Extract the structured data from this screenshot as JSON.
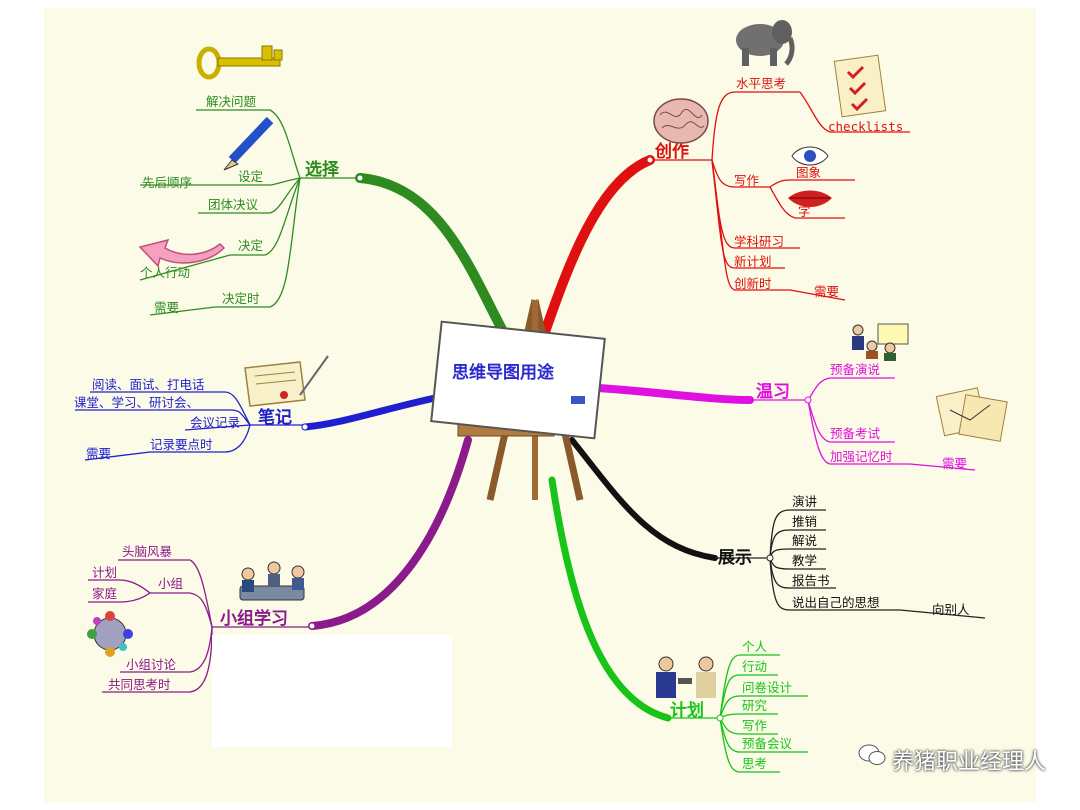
{
  "center": {
    "title": "思维导图用途"
  },
  "branches": {
    "xuanze": {
      "label": "选择",
      "color": "#2e8b20",
      "items": [
        "解决问题",
        "设定",
        "先后顺序",
        "团体决议",
        "决定",
        "个人行动",
        "决定时",
        "需要"
      ]
    },
    "biji": {
      "label": "笔记",
      "color": "#1f1fd0",
      "items": [
        "阅读、面试、打电话",
        "课堂、学习、研讨会、",
        "会议记录",
        "记录要点时",
        "需要"
      ]
    },
    "xiaozu": {
      "label": "小组学习",
      "color": "#8b1a8b",
      "items": [
        "头脑风暴",
        "小组",
        "计划",
        "家庭",
        "小组讨论",
        "共同思考时"
      ]
    },
    "chuangzuo": {
      "label": "创作",
      "color": "#e01010",
      "items": [
        "水平思考",
        "checklists",
        "写作",
        "图象",
        "字",
        "学科研习",
        "新计划",
        "创新时",
        "需要"
      ]
    },
    "wenxi": {
      "label": "温习",
      "color": "#e010e0",
      "items": [
        "预备演说",
        "预备考试",
        "加强记忆时",
        "需要"
      ]
    },
    "zhanshi": {
      "label": "展示",
      "color": "#111111",
      "items": [
        "演讲",
        "推销",
        "解说",
        "教学",
        "报告书",
        "说出自己的思想",
        "向别人"
      ]
    },
    "jihua": {
      "label": "计划",
      "color": "#18c418",
      "items": [
        "个人",
        "行动",
        "问卷设计",
        "研究",
        "写作",
        "预备会议",
        "思考"
      ]
    }
  },
  "watermark": "养猪职业经理人"
}
